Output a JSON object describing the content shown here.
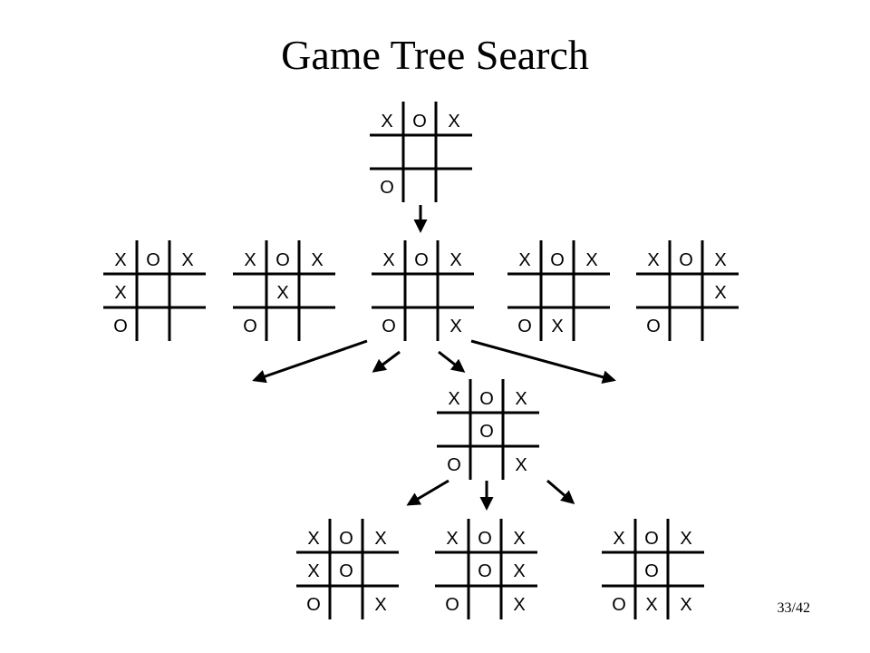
{
  "slide": {
    "title": "Game Tree Search",
    "page_number": "33/42"
  },
  "boards": [
    {
      "id": "root",
      "cells": [
        "X",
        "O",
        "X",
        "",
        "",
        "",
        "O",
        "",
        ""
      ]
    },
    {
      "id": "l1-a",
      "cells": [
        "X",
        "O",
        "X",
        "X",
        "",
        "",
        "O",
        "",
        ""
      ]
    },
    {
      "id": "l1-b",
      "cells": [
        "X",
        "O",
        "X",
        "",
        "X",
        "",
        "O",
        "",
        ""
      ]
    },
    {
      "id": "l1-c",
      "cells": [
        "X",
        "O",
        "X",
        "",
        "",
        "",
        "O",
        "",
        "X"
      ]
    },
    {
      "id": "l1-d",
      "cells": [
        "X",
        "O",
        "X",
        "",
        "",
        "",
        "O",
        "X",
        ""
      ]
    },
    {
      "id": "l1-e",
      "cells": [
        "X",
        "O",
        "X",
        "",
        "",
        "X",
        "O",
        "",
        ""
      ]
    },
    {
      "id": "l2",
      "cells": [
        "X",
        "O",
        "X",
        "",
        "O",
        "",
        "O",
        "",
        "X"
      ]
    },
    {
      "id": "l3-a",
      "cells": [
        "X",
        "O",
        "X",
        "X",
        "O",
        "",
        "O",
        "",
        "X"
      ]
    },
    {
      "id": "l3-b",
      "cells": [
        "X",
        "O",
        "X",
        "",
        "O",
        "X",
        "O",
        "",
        "X"
      ]
    },
    {
      "id": "l3-c",
      "cells": [
        "X",
        "O",
        "X",
        "",
        "O",
        "",
        "O",
        "X",
        "X"
      ]
    }
  ]
}
